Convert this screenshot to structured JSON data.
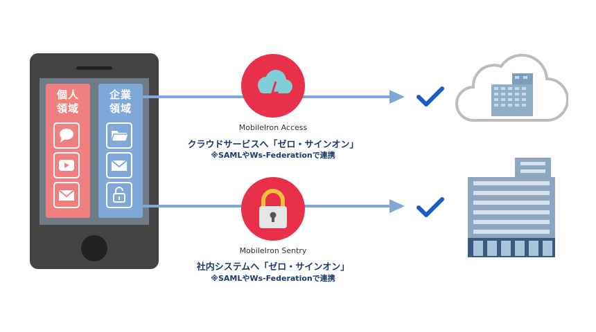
{
  "phone": {
    "personal_title_line1": "個人",
    "personal_title_line2": "領域",
    "corporate_title_line1": "企業",
    "corporate_title_line2": "領域"
  },
  "access": {
    "service_name": "MobileIron Access",
    "main_text": "クラウドサービスへ「ゼロ・サインオン」",
    "sub_text": "※SAMLやWs-Federationで連携"
  },
  "sentry": {
    "service_name": "MobileIron Sentry",
    "main_text": "社内システムへ「ゼロ・サインオン」",
    "sub_text": "※SAMLやWs-Federationで連携"
  },
  "colors": {
    "accent_red": "#e8304a",
    "line_blue": "#7fa8d8",
    "check_blue": "#1a5cc8",
    "label_navy": "#1a3a6a"
  }
}
